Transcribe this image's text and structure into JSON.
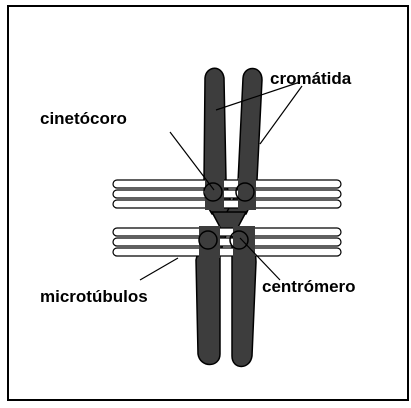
{
  "diagram": {
    "labels": {
      "chromatid": "cromátida",
      "kinetochore": "cinetócoro",
      "microtubules": "microtúbulos",
      "centromere": "centrómero"
    },
    "colors": {
      "border": "#000000",
      "background": "#ffffff",
      "chromosome": "#3d3d3d",
      "microtubule_fill": "#ffffff",
      "text": "#000000"
    }
  }
}
